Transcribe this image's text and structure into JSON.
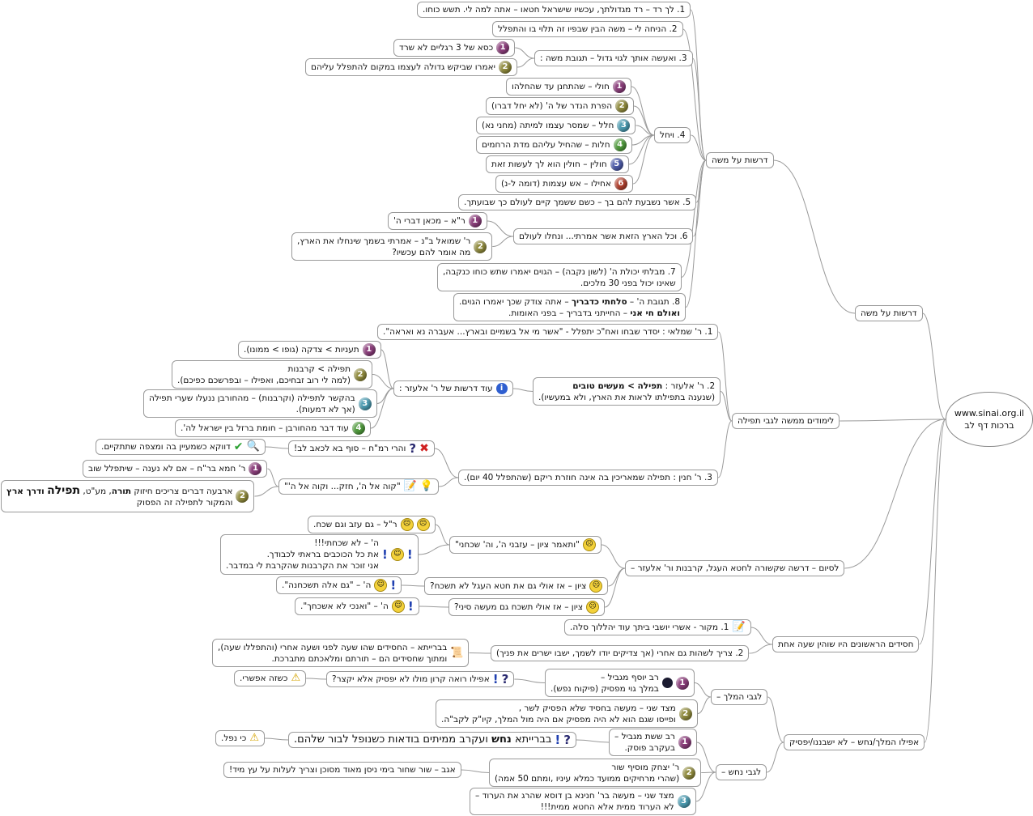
{
  "root": {
    "line1": "www.sinai.org.il",
    "line2": "ברכות דף לב"
  },
  "branches": {
    "b1": "דרשות על משה",
    "b2": "לימודים ממשה לגבי תפילה",
    "b3": "לסיום – דרשה שקשורה לחטא העגל, קרבנות ור' אלעזר –",
    "b4": "חסידים הראשונים היו שוהין שעה אחת",
    "b5": "אפילו המלך/נחש – לא ישבננו/יפסיק"
  },
  "nodes": {
    "n01": "1. לך רד – רד מגדולתך, עכשיו שישראל חטאו – אתה למה לי. תשש כוחו.",
    "n02": "2. הניחה לי – משה הבין שבפיו זה תלוי בו והתפלל",
    "n03": "3. ואעשה אותך לגוי גדול – תגובת משה :",
    "n03a": "כסא של 3 רגליים לא שרד",
    "n03b": "יאמרו שביקש גדולה לעצמו במקום להתפלל עליהם",
    "n04": "4. ויחל",
    "n04a": "חולי – שהתחנן עד שהחלהו",
    "n04b": "הפרת הנדר של ה' (לא יחל דברו)",
    "n04c": "חלל – שמסר עצמו למיתה (מחני נא)",
    "n04d": "חלות – שהחיל עליהם מדת הרחמים",
    "n04e": "חולין – חולין הוא לך לעשות זאת",
    "n04f": "אחילו – אש עצמות (דומה ל-נ)",
    "n05": "5. אשר נשבעת להם בך – כשם ששמך קיים לעולם כך שבועתך.",
    "n06": "6. וכל הארץ הזאת אשר אמרתי... ונחלו לעולם",
    "n06a": "ר\"א – מכאן דברי ה'",
    "n06b1": "ר' שמואל ב\"נ – אמרתי בשמך שינחלו את הארץ,",
    "n06b2": "מה אומר להם עכשיו?",
    "n07a": "7. מבלתי יכולת ה' (לשון נקבה) – הגוים יאמרו שתש כוחו כנקבה,",
    "n07b": "שאינו יכול בפני 30 מלכים.",
    "n08a_1": "8. תגובת ה' –",
    "n08a_2": "סלחתי כדבריך",
    "n08a_3": "– אתה צודק שכך יאמרו הגוים.",
    "n08b_1": "ואולם חי אני",
    "n08b_2": "– החייתני בדבריך – בפני האומות.",
    "p1": "1. ר' שמלאי : יסדר שבחו ואח\"כ יתפלל - \"אשר מי אל בשמיים ובארץ... אעברה נא ואראה\".",
    "p2_1": "2. ר' אלעזר :",
    "p2_2": "תפילה > מעשים טובים",
    "p2_3": "(שנענה בתפילתו לראות את הארץ, ולא במעשיו).",
    "p2x": "עוד דרשות של ר' אלעזר :",
    "p2xa": "תעניות > צדקה (גופו > ממונו).",
    "p2xb1": "תפילה > קרבנות",
    "p2xb2": "(למה לי רוב זבחיכם, ואפילו – ובפרשכם כפיכם).",
    "p2xc1": "בהקשר לתפילה (וקרבנות) – מהחורבן ננעלו שערי תפילה",
    "p2xc2": "(אך לא דמעות).",
    "p2xd": "עוד דבר מהחורבן – חומת ברזל בין ישראל לה'.",
    "p3": "3. ר' חנין : תפילה שמאריכין בה אינה חוזרת ריקם (שהתפלל 40 יום).",
    "p3a": "והרי רמ\"ח – סוף בא לכאב לב!",
    "p3a1": "דווקא כשמעיין בה ומצפה שתתקיים.",
    "p3b": "\"קוה אל ה', חזק... וקוה אל ה'\"",
    "p3b1": "ר' חמא בר\"ח – אם לא נענה – שיתפלל שוב",
    "p3b2_1": "ארבעה דברים צריכים חיזוק",
    "p3b2_2": "תורה",
    "p3b2_3": ", מע\"ט,",
    "p3b2_4": "תפילה",
    "p3b2_5": "ודרך ארץ",
    "p3b2_6": "והמקור לתפילה זה הפסוק",
    "s1": "\"ותאמר ציון – עזבני ה', וה' שכחני\"",
    "s1a": "ר\"ל – גם עזב וגם שכח.",
    "s1b1": "ה' – לא שכחתי!!!",
    "s1b2": "את כל הכוכבים בראתי לכבודך.",
    "s1b3": "אני זוכר את הקרבנות שהקרבת לי במדבר.",
    "s2": "ציון – אז אולי גם את חטא העגל לא תשכח?",
    "s2a": "ה' – \"גם אלה תשכחנה\".",
    "s3": "ציון – אז אולי תשכח גם מעשה סיני?",
    "s3a": "ה' – \"ואנכי לא אשכחך\".",
    "h1": "1. מקור - אשרי יושבי ביתך עוד יהללוך סלה.",
    "h2": "2. צריך לשהות גם אחרי (אך צדיקים יודו לשמך, ישבו ישרים את פניך)",
    "h2a1": "בברייתא – החסידים שהו שעה לפני ושעה אחרי (והתפללו שעה),",
    "h2a2": "ומתוך שחסידים הם – תורתם ומלאכתם מתברכת.",
    "k": "לגבי המלך –",
    "k1a": "רב יוסף מגביל –",
    "k1b": "במלך גוי מפסיק (פיקוח נפש).",
    "k1x": "אפילו רואה קרון מולו לא יפסיק אלא יקצר?",
    "k1xa": "כשזה אפשרי.",
    "k2a": "מצד שני – מעשה בחסיד שלא הפסיק לשר ,",
    "k2b": "ופייסו שגם הוא לא היה מפסיק אם היה מול המלך, קיו\"ק לקב\"ה.",
    "nh": "לגבי נחש –",
    "nh1a": "רב ששת מגביל –",
    "nh1b": "בעקרב פוסק.",
    "nh1x_1": "בברייתא",
    "nh1x_2": "נחש",
    "nh1x_3": "ועקרב ממיתים בודאות כשנופל לבור שלהם.",
    "nh1xa": "כי נפל.",
    "nh2a": "ר' יצחק מוסיף שור",
    "nh2b": "(שהרי מרחיקים ממועד כמלא עיניו ,ומתם 50 אמה)",
    "nh2x": "אגב – שור שחור בימי ניסן מאוד מסוכן וצריך לעלות על עץ מיד!",
    "nh3a": "מצד שני – מעשה בר' חנינא בן דוסא שהרג את הערוד –",
    "nh3b": "לא הערוד ממית אלא החטא ממית!!!"
  },
  "colors": {
    "line": "#9a9a9a",
    "node_border": "#9a9a9a",
    "badge_1": "#8a3d7a",
    "badge_2": "#8f8a3c",
    "badge_3": "#4a9ab0",
    "badge_4": "#4f9a3c",
    "badge_5": "#4c5aa8",
    "badge_6": "#b0402e"
  }
}
